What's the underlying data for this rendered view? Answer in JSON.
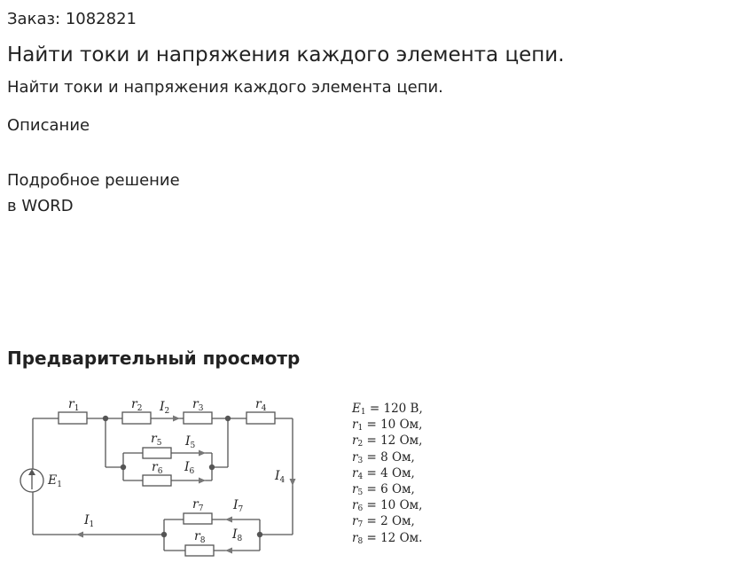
{
  "order": "Заказ: 1082821",
  "title": "Найти токи и напряжения каждого элемента цепи.",
  "subtitle": "Найти токи и напряжения каждого элемента цепи.",
  "description": {
    "heading": "Описание",
    "line1": "Подробное решение",
    "line2": "в WORD"
  },
  "preview": {
    "heading": "Предварительный просмотр"
  },
  "circuit": {
    "labels": {
      "r1": {
        "sym": "r",
        "sub": "1"
      },
      "r2": {
        "sym": "r",
        "sub": "2"
      },
      "r3": {
        "sym": "r",
        "sub": "3"
      },
      "r4": {
        "sym": "r",
        "sub": "4"
      },
      "r5": {
        "sym": "r",
        "sub": "5"
      },
      "r6": {
        "sym": "r",
        "sub": "6"
      },
      "r7": {
        "sym": "r",
        "sub": "7"
      },
      "r8": {
        "sym": "r",
        "sub": "8"
      },
      "E1": {
        "sym": "E",
        "sub": "1"
      },
      "I1": {
        "sym": "I",
        "sub": "1"
      },
      "I2": {
        "sym": "I",
        "sub": "2"
      },
      "I4": {
        "sym": "I",
        "sub": "4"
      },
      "I5": {
        "sym": "I",
        "sub": "5"
      },
      "I6": {
        "sym": "I",
        "sub": "6"
      },
      "I7": {
        "sym": "I",
        "sub": "7"
      },
      "I8": {
        "sym": "I",
        "sub": "8"
      }
    },
    "parameters": [
      {
        "sym": "E",
        "sub": "1",
        "value": " = 120 В,"
      },
      {
        "sym": "r",
        "sub": "1",
        "value": " = 10 Ом,"
      },
      {
        "sym": "r",
        "sub": "2",
        "value": " = 12 Ом,"
      },
      {
        "sym": "r",
        "sub": "3",
        "value": " = 8 Ом,"
      },
      {
        "sym": "r",
        "sub": "4",
        "value": " = 4 Ом,"
      },
      {
        "sym": "r",
        "sub": "5",
        "value": " = 6 Ом,"
      },
      {
        "sym": "r",
        "sub": "6",
        "value": " = 10 Ом,"
      },
      {
        "sym": "r",
        "sub": "7",
        "value": " = 2 Ом,"
      },
      {
        "sym": "r",
        "sub": "8",
        "value": " = 12 Ом."
      }
    ]
  }
}
